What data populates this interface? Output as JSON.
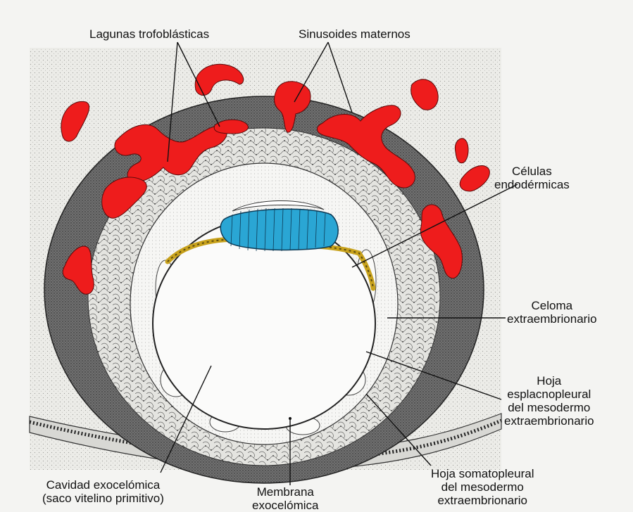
{
  "labels": {
    "lagunas": "Lagunas trofoblásticas",
    "sinusoides": "Sinusoides maternos",
    "celulas": [
      "Células",
      "endodérmicas"
    ],
    "celoma": [
      "Celoma",
      "extraembrionario"
    ],
    "esplacno": [
      "Hoja",
      "esplacnopleural",
      "del mesodermo",
      "extraembrionario"
    ],
    "somato": [
      "Hoja somatopleural",
      "del mesodermo",
      "extraembrionario"
    ],
    "cavidad": [
      "Cavidad exocelómica",
      "(saco vitelino primitivo)"
    ],
    "membrana": [
      "Membrana",
      "exocelómica"
    ]
  },
  "colors": {
    "sinusoids": "#ee1c1c",
    "embryoblast": "#2aa6d4",
    "hypoblast_yellow": "#c8a21c",
    "trophoblast_dark": "#6b6b6b",
    "stipple_bg": "#ebebe7",
    "page": "#f4f4f2"
  }
}
